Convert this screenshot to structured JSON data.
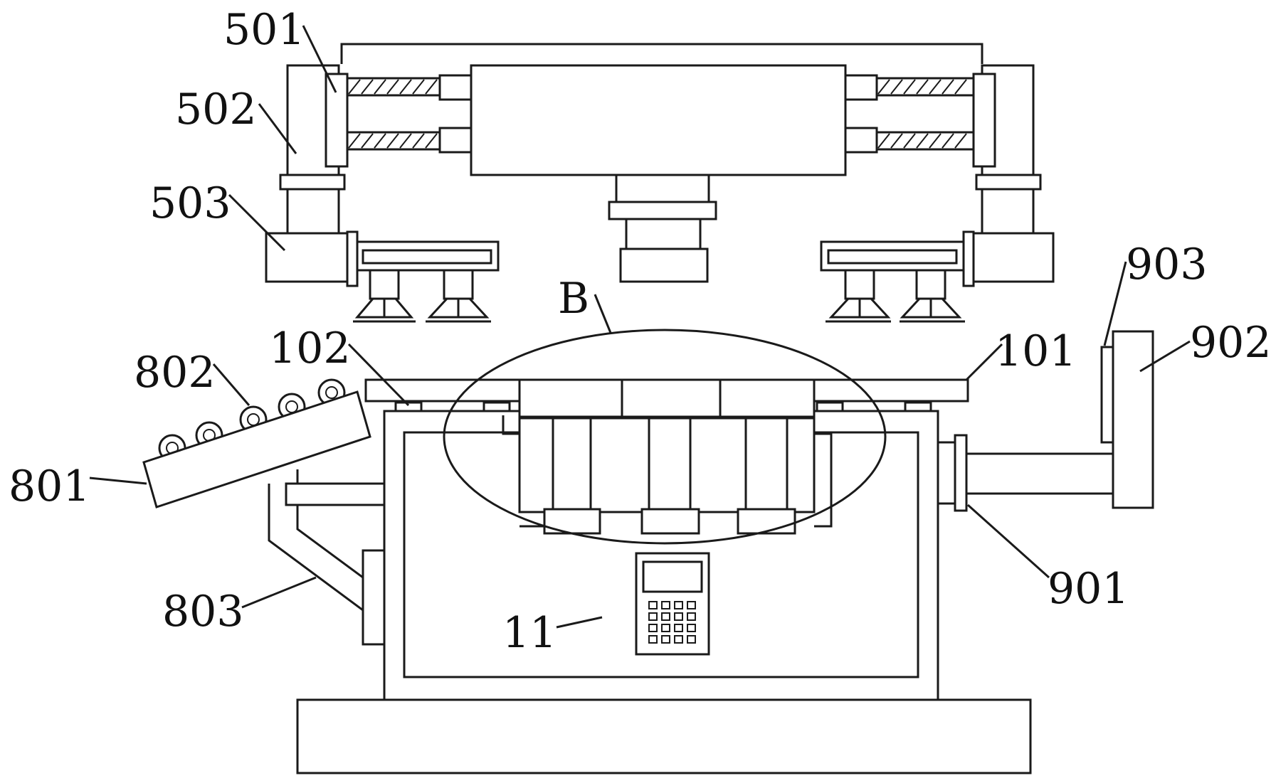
{
  "labels": {
    "l501": "501",
    "l502": "502",
    "l503": "503",
    "lB": "B",
    "l102": "102",
    "l101": "101",
    "l802": "802",
    "l801": "801",
    "l803": "803",
    "l11": "11",
    "l903": "903",
    "l902": "902",
    "l901": "901"
  }
}
